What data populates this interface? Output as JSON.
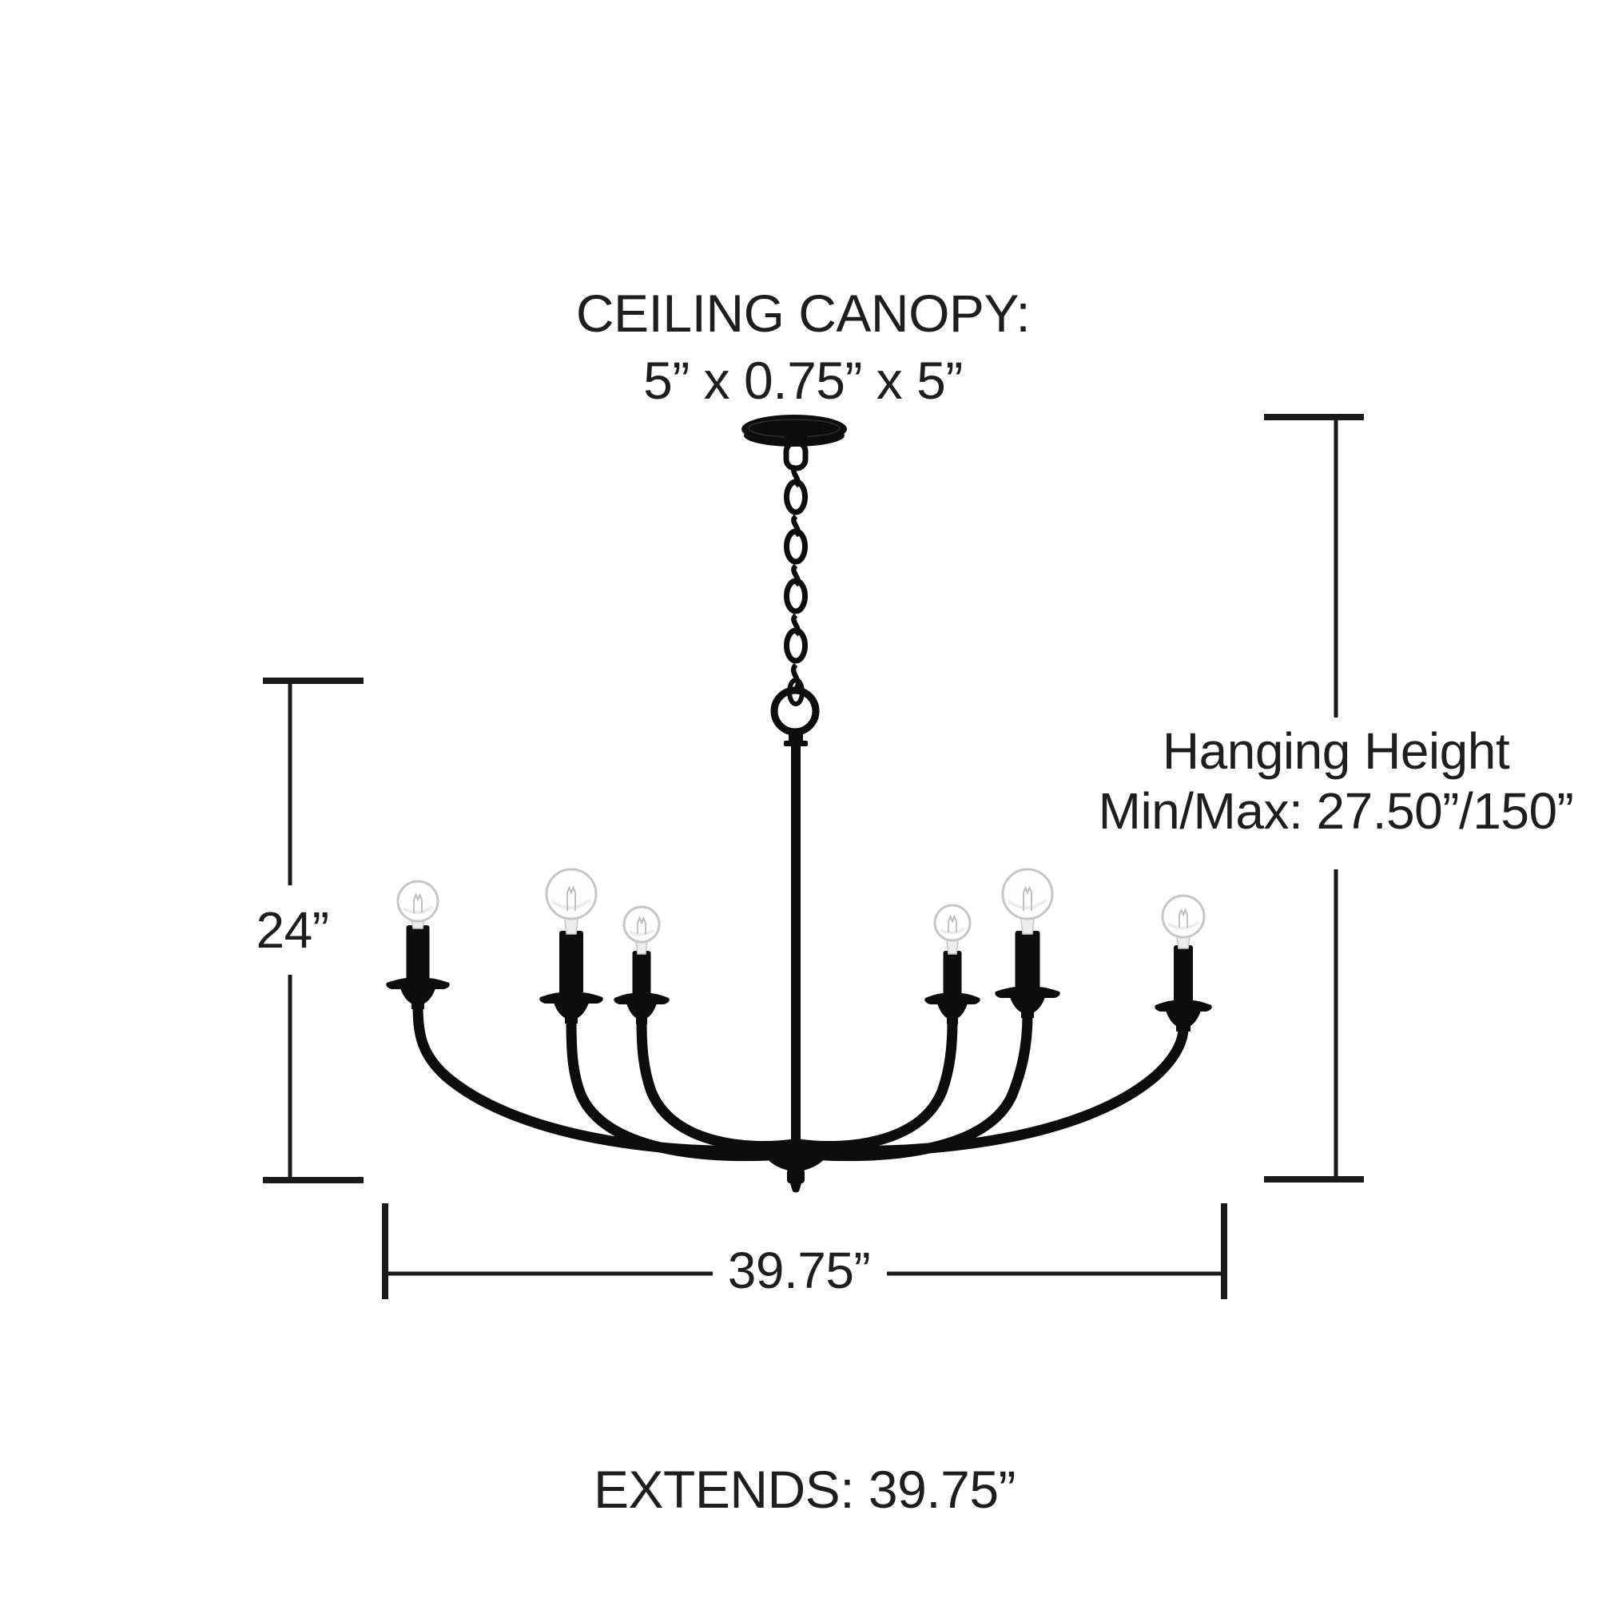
{
  "page": {
    "background": "#ffffff",
    "text_color": "#1e1e1e"
  },
  "labels": {
    "canopy": {
      "line1": "CEILING CANOPY:",
      "line2": "5” x 0.75” x 5”"
    },
    "hanging_height": {
      "line1": "Hanging Height",
      "line2": "Min/Max: 27.50”/150”"
    },
    "fixture_height": "24”",
    "fixture_width": "39.75”",
    "extends": "EXTENDS: 39.75”"
  },
  "diagram": {
    "type": "product-dimension-diagram",
    "subject": "six-light candle chandelier with chain and round ceiling canopy",
    "light_count": 6,
    "finish_hex": "#0d0d0d",
    "dimension_line_hex": "#1a1a1a",
    "bulb_outline_hex": "#c6c6c6",
    "dimensions_in": {
      "canopy": "5 x 0.75 x 5",
      "fixture_height": 24,
      "fixture_width": 39.75,
      "extends": 39.75,
      "hanging_height_min": 27.5,
      "hanging_height_max": 150
    }
  }
}
